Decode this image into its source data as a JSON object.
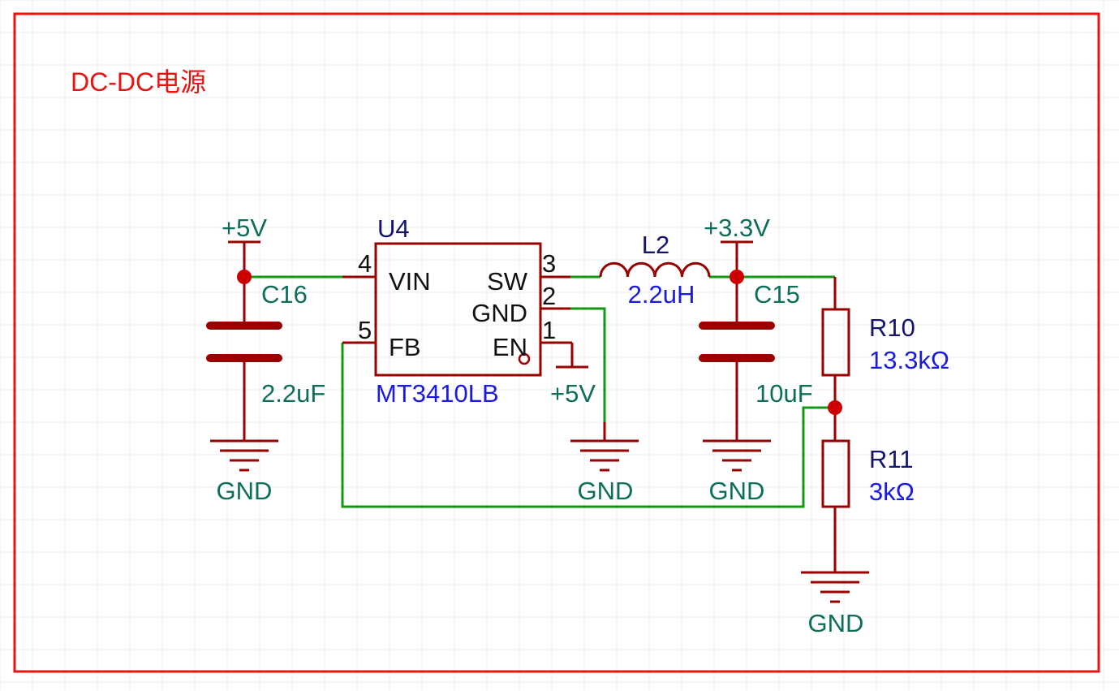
{
  "title": "DC-DC电源",
  "colors": {
    "frame": "#e8140f",
    "wire": "#119911",
    "symbol": "#990000",
    "net_label": "#0e6e5a",
    "value_text": "#1a1ae0",
    "designator": "#14146e",
    "junction": "#cc0000"
  },
  "ic": {
    "designator": "U4",
    "part": "MT3410LB",
    "pins": [
      {
        "num": "4",
        "name": "VIN"
      },
      {
        "num": "5",
        "name": "FB"
      },
      {
        "num": "3",
        "name": "SW"
      },
      {
        "num": "2",
        "name": "GND"
      },
      {
        "num": "1",
        "name": "EN"
      }
    ]
  },
  "nets": {
    "vin_power": "+5V",
    "en_power": "+5V",
    "vout_power": "+3.3V",
    "ground": "GND"
  },
  "inductor": {
    "designator": "L2",
    "value": "2.2uH"
  },
  "capacitors": [
    {
      "designator": "C16",
      "value": "2.2uF"
    },
    {
      "designator": "C15",
      "value": "10uF"
    }
  ],
  "resistors": [
    {
      "designator": "R10",
      "value": "13.3kΩ"
    },
    {
      "designator": "R11",
      "value": "3kΩ"
    }
  ]
}
